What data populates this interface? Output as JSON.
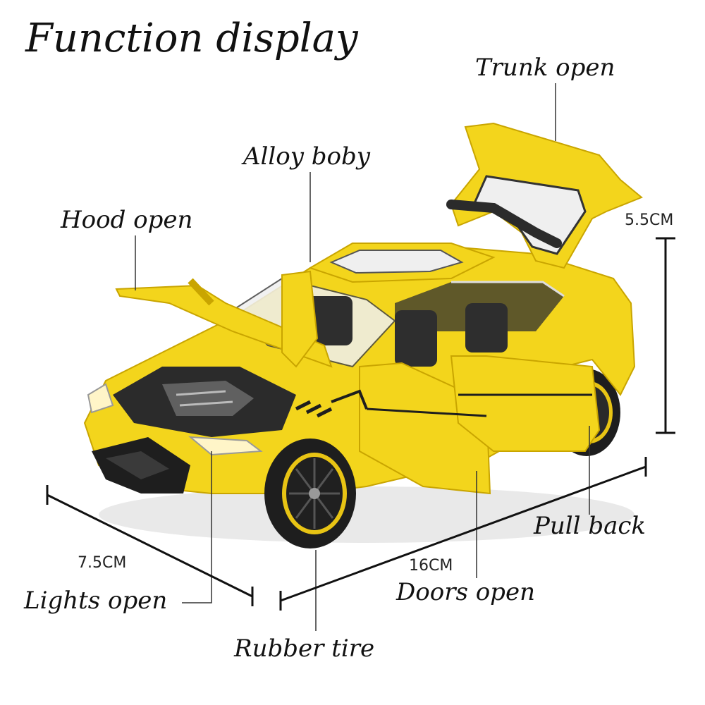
{
  "title": "Function display",
  "callouts": {
    "trunk": "Trunk open",
    "alloy": "Alloy boby",
    "hood": "Hood open",
    "pull_back": "Pull back",
    "lights": "Lights open",
    "doors": "Doors open",
    "tire": "Rubber tire"
  },
  "dimensions": {
    "height": "5.5CM",
    "width": "7.5CM",
    "length": "16CM"
  },
  "colors": {
    "body": "#F3D51C",
    "body_shade": "#D9B60A",
    "dark": "#1E1E1E",
    "glass": "#EFEFEF",
    "rim_accent": "#E8C414"
  }
}
